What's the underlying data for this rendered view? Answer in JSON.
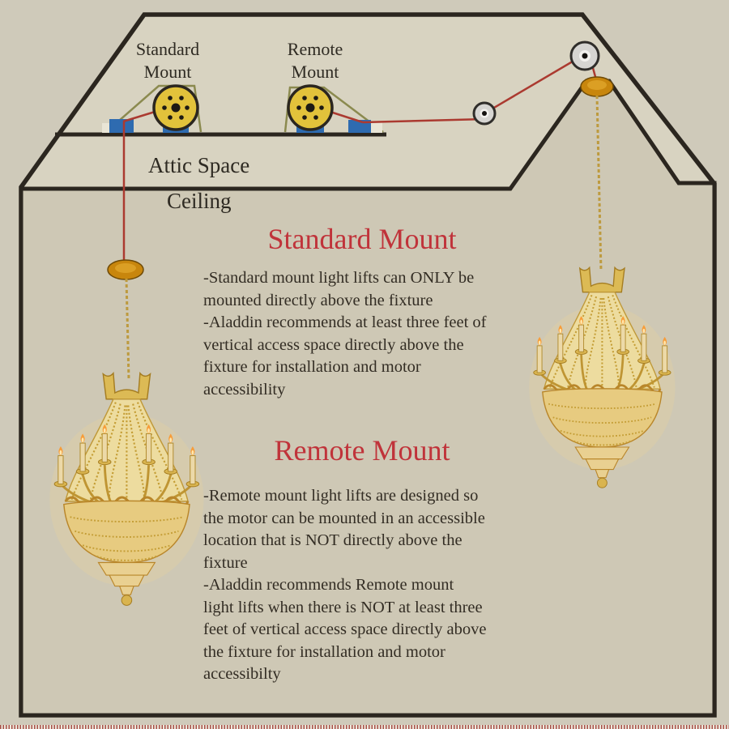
{
  "colors": {
    "background_outer": "#cfcaba",
    "attic_interior": "#d8d3c1",
    "room_interior": "#cec8b5",
    "outline": "#2b261f",
    "heading_red": "#c0333a",
    "cable_red": "#ab3a30",
    "motor_yellow": "#e2c23b",
    "bracket_blue": "#2e6bb0",
    "tent_olive": "#8b8a4f",
    "canopy_gold": "#c8860d",
    "chain_gold": "#bd9a3e",
    "body_text": "#332d24"
  },
  "attic": {
    "standard_motor_label": "Standard\nMount",
    "remote_motor_label": "Remote\nMount",
    "attic_label": "Attic Space",
    "ceiling_label": "Ceiling"
  },
  "sections": {
    "standard": {
      "heading": "Standard Mount",
      "body": "-Standard mount light lifts can ONLY be\nmounted directly above the fixture\n-Aladdin recommends at least three feet of\nvertical access space directly above the\nfixture for installation and motor\naccessibility"
    },
    "remote": {
      "heading": "Remote Mount",
      "body": "-Remote mount light lifts are designed so\nthe motor can be mounted in an accessible\nlocation that is NOT directly above the\nfixture\n-Aladdin recommends Remote mount\nlight lifts when there is NOT at least three\nfeet of vertical access space directly above\nthe fixture for installation and motor\naccessibilty"
    }
  }
}
